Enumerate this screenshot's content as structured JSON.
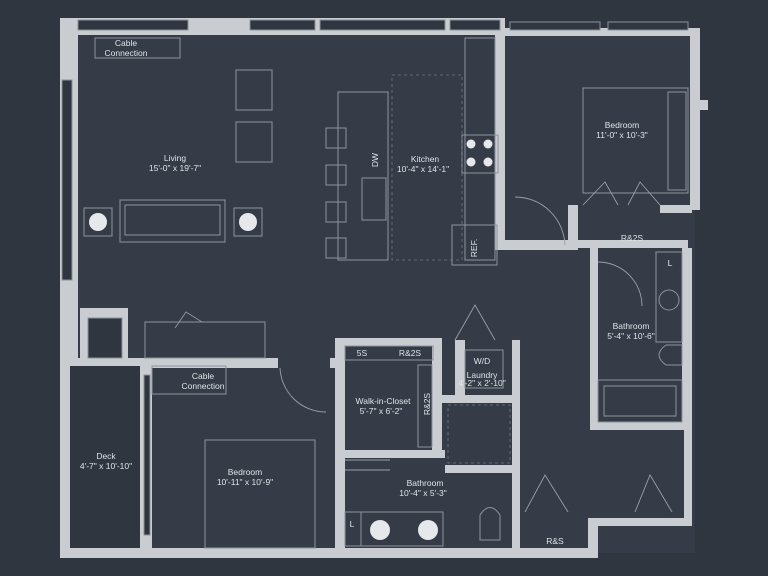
{
  "colors": {
    "background": "#2f3640",
    "floor": "#353c47",
    "wall": "#c9ccd0",
    "fixture": "#8d939b",
    "text": "#dfe3e8"
  },
  "rooms": {
    "living": {
      "name": "Living",
      "dims": "15'-0\" x 19'-7\""
    },
    "kitchen": {
      "name": "Kitchen",
      "dims": "10'-4\" x 14'-1\""
    },
    "bedroom_top": {
      "name": "Bedroom",
      "dims": "11'-0\" x 10'-3\""
    },
    "bathroom_right": {
      "name": "Bathroom",
      "dims": "5'-4\" x 10'-6\""
    },
    "walk_in_closet": {
      "name": "Walk-in-Closet",
      "dims": "5'-7\" x 6'-2\""
    },
    "laundry": {
      "name": "Laundry",
      "dims": "4'-2\" x 2'-10\""
    },
    "bedroom_bottom": {
      "name": "Bedroom",
      "dims": "10'-11\" x 10'-9\""
    },
    "bathroom_bottom": {
      "name": "Bathroom",
      "dims": "10'-4\" x 5'-3\""
    },
    "deck": {
      "name": "Deck",
      "dims": "4'-7\" x 10'-10\""
    }
  },
  "labels": {
    "cable_top_1": "Cable",
    "cable_top_2": "Connection",
    "cable_bottom_1": "Cable",
    "cable_bottom_2": "Connection",
    "dw": "DW",
    "ref": "REF.",
    "rs2_top": "R&2S",
    "ss": "5S",
    "rs2_closet": "R&2S",
    "rs2_vertical": "R&2S",
    "wd": "W/D",
    "rs_bottom": "R&S",
    "linen_right": "L",
    "linen_bottom": "L"
  }
}
